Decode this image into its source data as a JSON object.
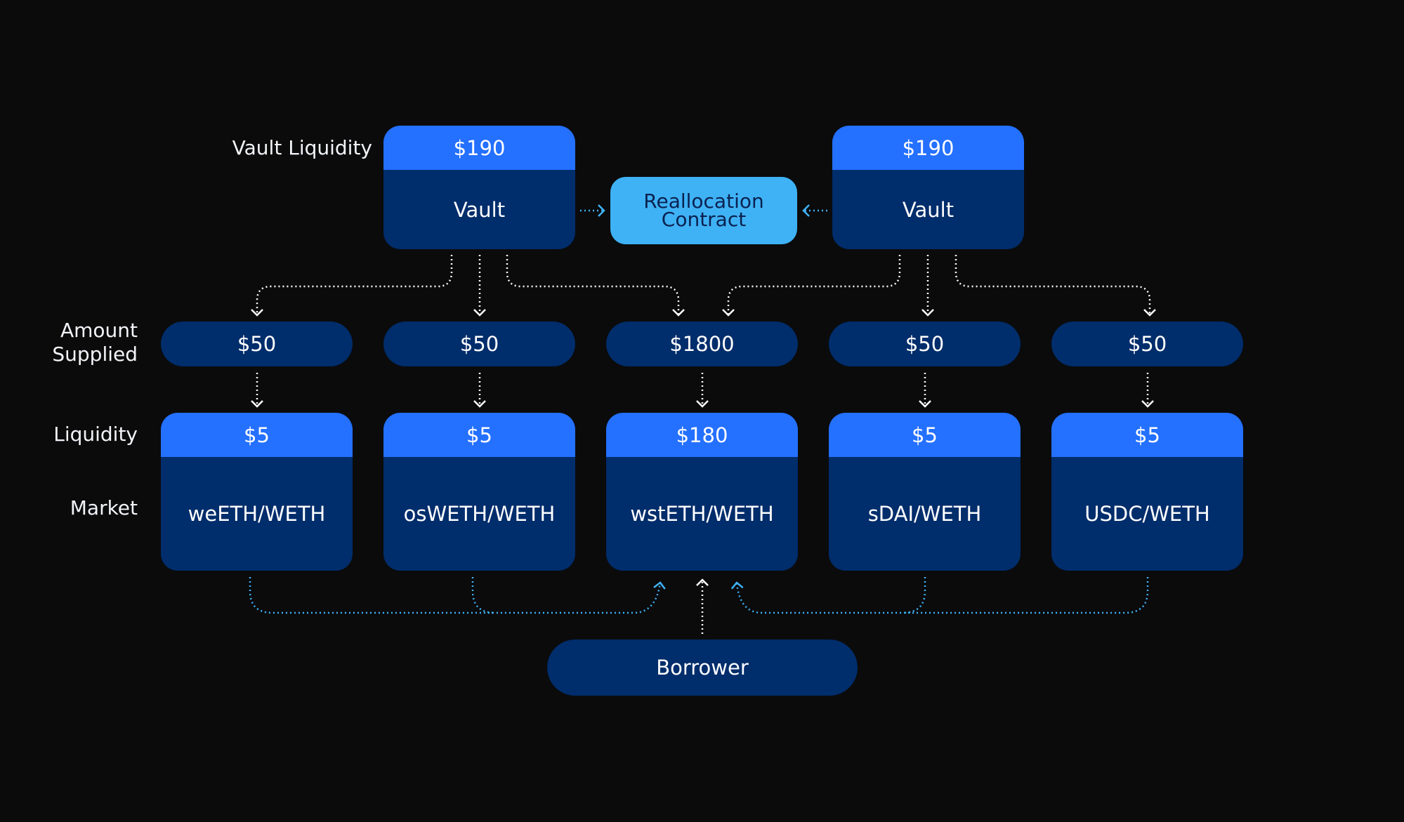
{
  "labels": {
    "vault_liquidity": "Vault Liquidity",
    "amount_supplied_line1": "Amount",
    "amount_supplied_line2": "Supplied",
    "liquidity": "Liquidity",
    "market": "Market"
  },
  "vaults": [
    {
      "liquidity": "$190",
      "name": "Vault"
    },
    {
      "liquidity": "$190",
      "name": "Vault"
    }
  ],
  "reallocation": {
    "line1": "Reallocation",
    "line2": "Contract"
  },
  "markets": [
    {
      "supplied": "$50",
      "liquidity": "$5",
      "name": "weETH/WETH"
    },
    {
      "supplied": "$50",
      "liquidity": "$5",
      "name": "osWETH/WETH"
    },
    {
      "supplied": "$1800",
      "liquidity": "$180",
      "name": "wstETH/WETH"
    },
    {
      "supplied": "$50",
      "liquidity": "$5",
      "name": "sDAI/WETH"
    },
    {
      "supplied": "$50",
      "liquidity": "$5",
      "name": "USDC/WETH"
    }
  ],
  "borrower": {
    "label": "Borrower"
  },
  "colors": {
    "background": "#0b0b0c",
    "card_body": "#002d6b",
    "card_header": "#2470ff",
    "reallocation": "#3fb2f5",
    "flow_white": "#ffffff",
    "flow_blue": "#3fb2f5"
  }
}
